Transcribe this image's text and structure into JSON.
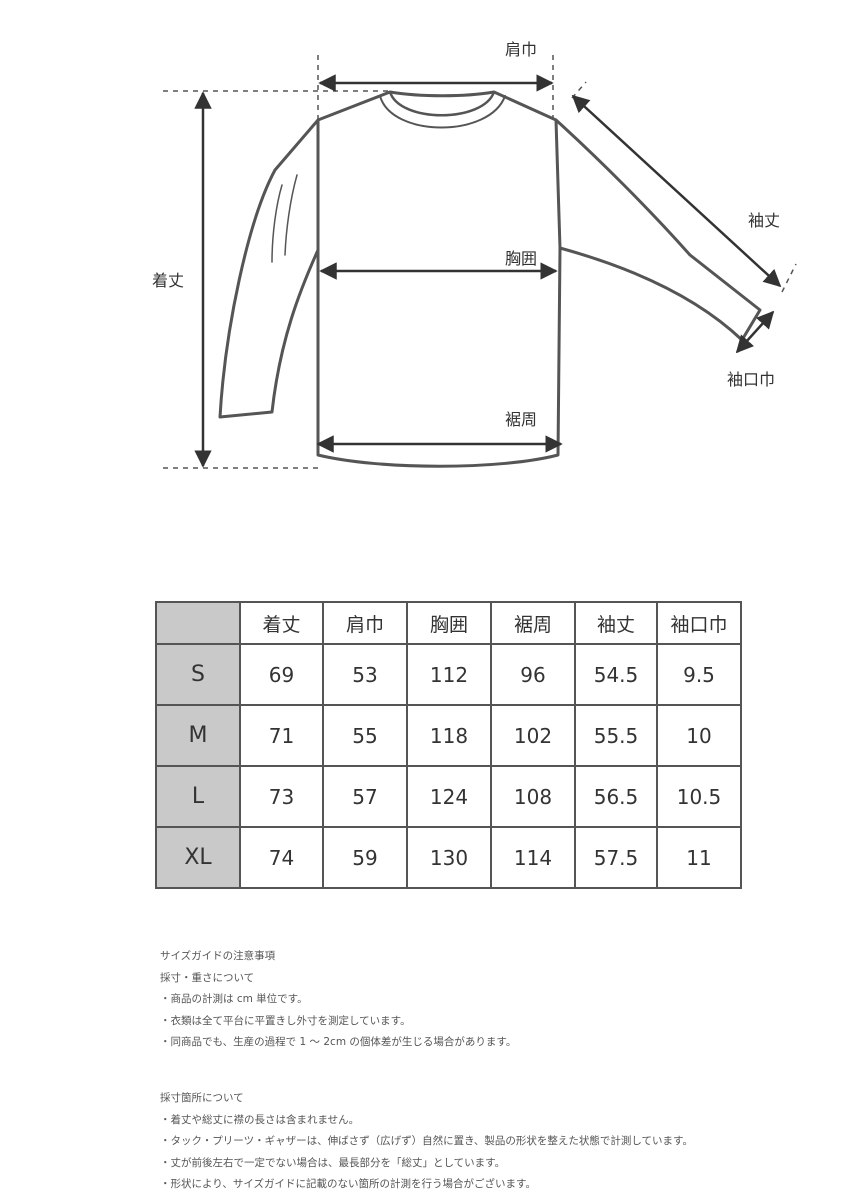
{
  "diagram": {
    "labels": {
      "shoulder_width": "肩巾",
      "body_length": "着丈",
      "chest": "胸囲",
      "hem": "裾周",
      "sleeve_length": "袖丈",
      "cuff_width": "袖口巾"
    },
    "line_color": "#555555"
  },
  "table": {
    "headers": [
      "",
      "着丈",
      "肩巾",
      "胸囲",
      "裾周",
      "袖丈",
      "袖口巾"
    ],
    "rows": [
      {
        "size": "S",
        "values": [
          "69",
          "53",
          "112",
          "96",
          "54.5",
          "9.5"
        ]
      },
      {
        "size": "M",
        "values": [
          "71",
          "55",
          "118",
          "102",
          "55.5",
          "10"
        ]
      },
      {
        "size": "L",
        "values": [
          "73",
          "57",
          "124",
          "108",
          "56.5",
          "10.5"
        ]
      },
      {
        "size": "XL",
        "values": [
          "74",
          "59",
          "130",
          "114",
          "57.5",
          "11"
        ]
      }
    ],
    "header_fill": "#c9c9c9",
    "border_color": "#555555"
  },
  "notes_1": {
    "lines": [
      "サイズガイドの注意事項",
      "採寸・重さについて",
      "・商品の計測は cm 単位です。",
      "・衣類は全て平台に平置きし外寸を測定しています。",
      "・同商品でも、生産の過程で 1 ～ 2cm の個体差が生じる場合があります。"
    ]
  },
  "notes_2": {
    "lines": [
      "採寸箇所について",
      "・着丈や総丈に襟の長さは含まれません。",
      "・タック・プリーツ・ギャザーは、伸ばさず（広げず）自然に置き、製品の形状を整えた状態で計測しています。",
      "・丈が前後左右で一定でない場合は、最長部分を「総丈」としています。",
      "・形状により、サイズガイドに記載のない箇所の計測を行う場合がございます。"
    ]
  }
}
